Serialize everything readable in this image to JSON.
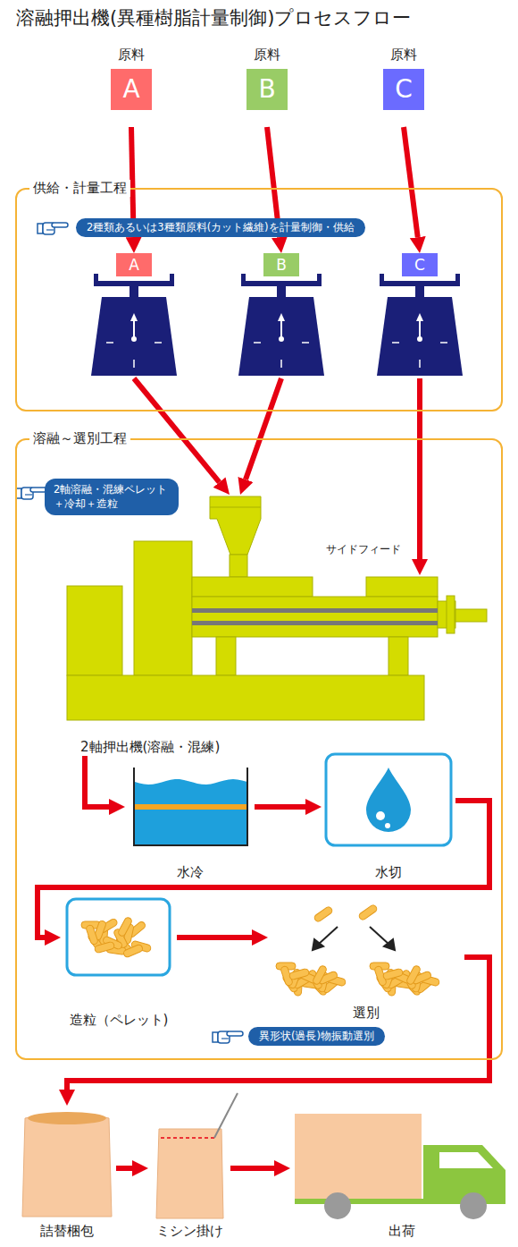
{
  "diagram": {
    "title": "溶融押出機(異種樹脂計量制御)プロセスフロー",
    "nodes": [
      {
        "text": [
          "原料",
          "A"
        ]
      },
      {
        "text": [
          "原料",
          "B"
        ]
      },
      {
        "text": [
          "原料",
          "C"
        ]
      },
      {
        "text": [
          "供給・計量工程"
        ]
      },
      {
        "text": [
          "2種類あるいは3種類原料(カット繊維)を計量制御・供給"
        ],
        "in": 3
      },
      {
        "text": [
          "A"
        ],
        "in": 3
      },
      {
        "text": [
          "B"
        ],
        "in": 3
      },
      {
        "text": [
          "C"
        ],
        "in": 3
      },
      {
        "text": [
          "溶融～選別工程"
        ]
      },
      {
        "text": [
          "2軸溶融・混練ペレット＋冷却＋造粒"
        ],
        "in": 8
      },
      {
        "text": [
          "2軸押出機(溶融・混練)"
        ],
        "in": 8
      },
      {
        "text": [
          "水冷"
        ],
        "in": 8
      },
      {
        "text": [
          "水切"
        ],
        "in": 8
      },
      {
        "text": [
          "造粒（ペレット)"
        ],
        "in": 8
      },
      {
        "text": [
          "選別"
        ],
        "in": 8
      },
      {
        "text": [
          "異形状(過長)物振動選別"
        ],
        "in": 8
      },
      {
        "text": [
          "詰替梱包"
        ]
      },
      {
        "text": [
          "ミシン掛け"
        ]
      },
      {
        "text": [
          "出荷"
        ]
      }
    ],
    "edges": [
      {
        "from": 0,
        "to": 5,
        "arrow": "to"
      },
      {
        "from": 1,
        "to": 6,
        "arrow": "to"
      },
      {
        "from": 2,
        "to": 7,
        "arrow": "to"
      },
      {
        "from": 5,
        "to": 10,
        "arrow": "to"
      },
      {
        "from": 6,
        "to": 10,
        "arrow": "to"
      },
      {
        "from": 7,
        "to": 10,
        "arrow": "to"
      },
      {
        "from": 10,
        "to": 11,
        "arrow": "to"
      },
      {
        "from": 11,
        "to": 12,
        "arrow": "to"
      },
      {
        "from": 12,
        "to": 13,
        "arrow": "to"
      },
      {
        "from": 13,
        "to": 14,
        "arrow": "to"
      },
      {
        "from": 14,
        "to": 16,
        "arrow": "to"
      },
      {
        "from": 16,
        "to": 17,
        "arrow": "to"
      },
      {
        "from": 17,
        "to": 18,
        "arrow": "to"
      }
    ],
    "labels": [
      "サイドフィード"
    ]
  }
}
